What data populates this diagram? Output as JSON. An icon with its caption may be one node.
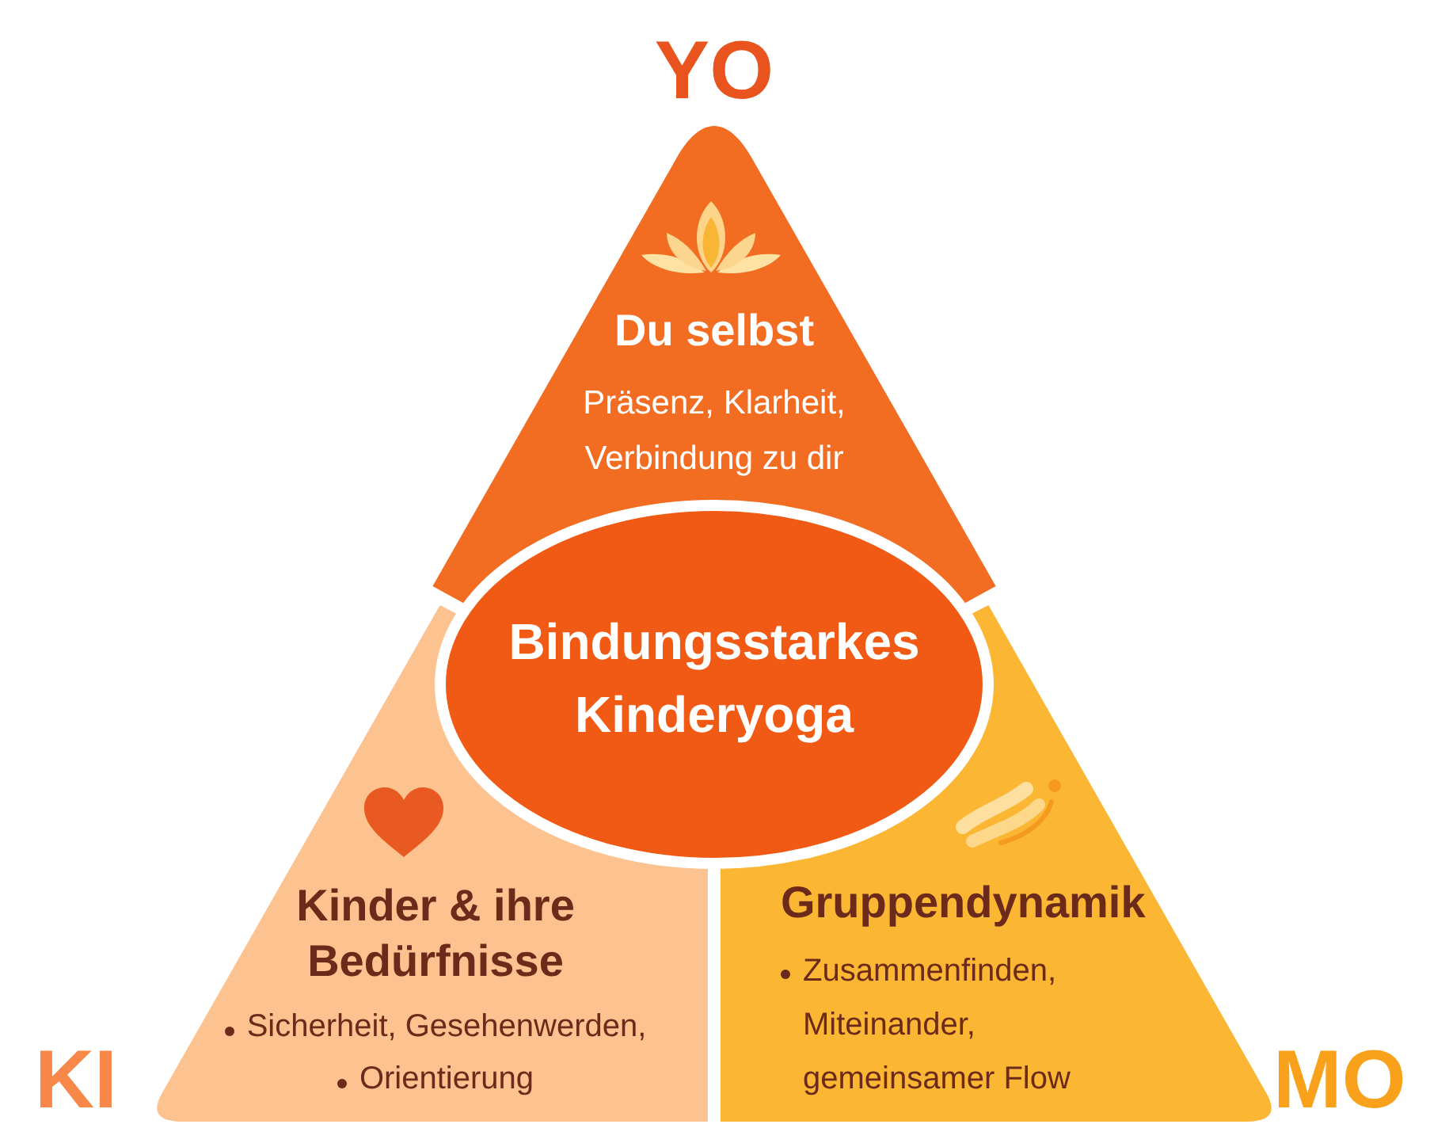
{
  "diagram": {
    "nodes": [
      {
        "text": [
          "Du selbst",
          "Präsenz, Klarheit, Verbindung zu dir"
        ],
        "beside": [
          "YO"
        ]
      },
      {
        "text": [
          "Bindungsstarkes Kinderyoga"
        ]
      },
      {
        "text": [
          "Kinder & ihre Bedürfnisse",
          "Sicherheit, Gesehenwerden,",
          "Orientierung"
        ],
        "beside": [
          "KI"
        ]
      },
      {
        "text": [
          "Gruppendynamik",
          "Zusammenfinden, Miteinander, gemeinsamer Flow"
        ],
        "beside": [
          "MO"
        ]
      }
    ]
  }
}
